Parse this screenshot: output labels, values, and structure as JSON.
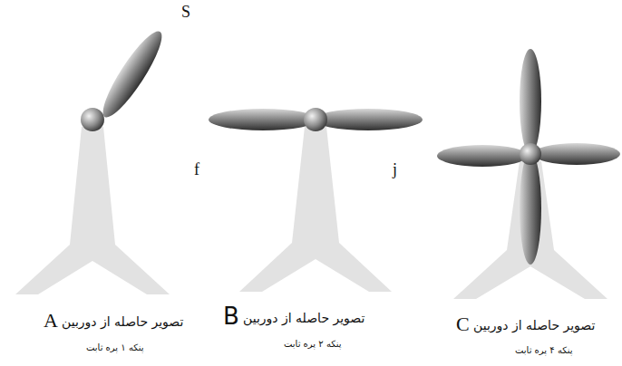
{
  "diagram": {
    "labels": [
      "S",
      "f",
      "j",
      "تصویر حاصله از دوربین",
      "A",
      "پنکه ۱ پره ثابت",
      "تصویر حاصله از دوربین",
      "B",
      "پنکه ۲ پره ثابت",
      "تصویر حاصله از دوربین",
      "C",
      "پنکه ۴ پره ثابت"
    ]
  }
}
